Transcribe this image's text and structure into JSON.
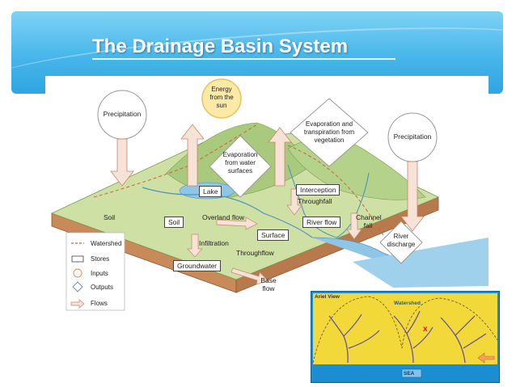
{
  "slide": {
    "title": "The Drainage Basin System"
  },
  "inputs": {
    "precip_left": "Precipitation",
    "precip_right": "Precipitation",
    "energy": "Energy from the sun"
  },
  "outputs": {
    "evap_water": "Evaporation from water surfaces",
    "evap_transpiration": "Evaporation and transpiration from vegetation",
    "river_discharge": "River discharge"
  },
  "stores": {
    "lake": "Lake",
    "interception": "Interception",
    "soil_box": "Soil",
    "surface": "Surface",
    "groundwater": "Groundwater",
    "river_flow": "River flow"
  },
  "flows": {
    "throughfall": "Throughfall",
    "channel_fall": "Channel fall",
    "overland_flow": "Overland flow",
    "infiltration": "Infiltration",
    "throughflow": "Throughflow",
    "base_flow": "Base flow"
  },
  "labels": {
    "soil_left": "Soil"
  },
  "legend": {
    "watershed": "Watershed",
    "stores": "Stores",
    "inputs": "Inputs",
    "outputs": "Outputs",
    "flows": "Flows"
  },
  "inset": {
    "ariel_view": "Ariel View",
    "watershed": "Watershed",
    "sea": "SEA"
  },
  "colors": {
    "banner": "#48b6ea",
    "land": "#cfe0a4",
    "water": "#8fc6e6",
    "soil": "#c98a5a",
    "flow_arrow": "#e9a890",
    "inset_field": "#f3d83a"
  }
}
